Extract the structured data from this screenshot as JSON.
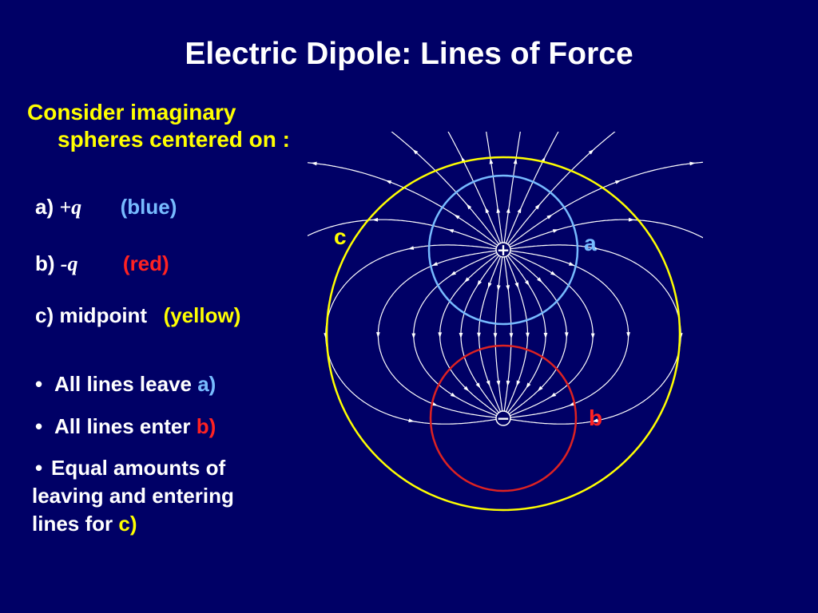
{
  "slide": {
    "title": "Electric Dipole:  Lines of Force"
  },
  "intro": {
    "line1": "Consider imaginary",
    "line2": "spheres centered on :"
  },
  "items": [
    {
      "prefix": "a) ",
      "sign": "+",
      "symbol": "q",
      "color_label": "(blue)",
      "color": "#77bbff"
    },
    {
      "prefix": "b) ",
      "sign": "-",
      "symbol": "q",
      "color_label": "(red)",
      "color": "#ff2222"
    },
    {
      "prefix": "c) midpoint",
      "color_label": "(yellow)",
      "color": "#ffff00"
    }
  ],
  "bullets": [
    {
      "text": "All lines leave ",
      "highlight": "a)",
      "color": "#77bbff"
    },
    {
      "text": "All lines enter ",
      "highlight": "b)",
      "color": "#ff2222"
    },
    {
      "line1": "Equal amounts of",
      "line2": "leaving and entering",
      "line3": "lines for ",
      "highlight": "c)",
      "color": "#ffff00"
    }
  ],
  "diagram": {
    "labels": {
      "a": "a",
      "b": "b",
      "c": "c"
    },
    "charges": {
      "positive": "+",
      "negative": "−"
    },
    "colors": {
      "sphere_a": "#77bbff",
      "sphere_b": "#dd2222",
      "sphere_c": "#ffff00",
      "field_lines": "#ffffff"
    }
  }
}
